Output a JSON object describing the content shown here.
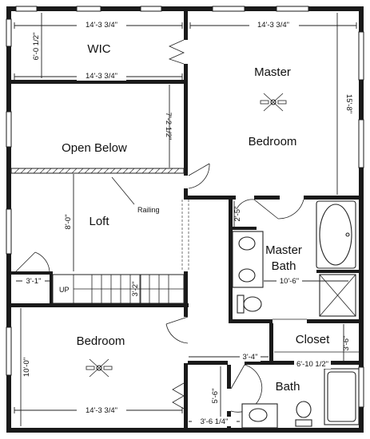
{
  "rooms": {
    "wic": "WIC",
    "master_title": "Master",
    "master_title2": "Bedroom",
    "open_below": "Open Below",
    "loft": "Loft",
    "railing": "Railing",
    "master_bath": "Master",
    "master_bath2": "Bath",
    "bedroom": "Bedroom",
    "closet": "Closet",
    "bath": "Bath",
    "up": "UP"
  },
  "dimensions": {
    "wic_top": "14'-3 3/4\"",
    "wic_bottom": "14'-3 3/4\"",
    "wic_depth": "6'-0 1/2\"",
    "master_width": "14'-3 3/4\"",
    "master_depth": "15'-8\"",
    "open_below_depth": "7'-2 1/2\"",
    "loft_depth": "8'-0\"",
    "nook_width": "3'-1\"",
    "stair_depth": "3'-2\"",
    "linen_width": "2'-5\"",
    "bath_width": "10'-6\"",
    "bed_depth": "10'-0\"",
    "bed_width": "14'-3 3/4\"",
    "hall_width": "3'-4\"",
    "closet_width": "6'-10 1/2\"",
    "closet_depth": "3'-6\"",
    "bath_hall_depth": "5'-6\"",
    "bath_hall_width": "3'-6 1/4\""
  }
}
